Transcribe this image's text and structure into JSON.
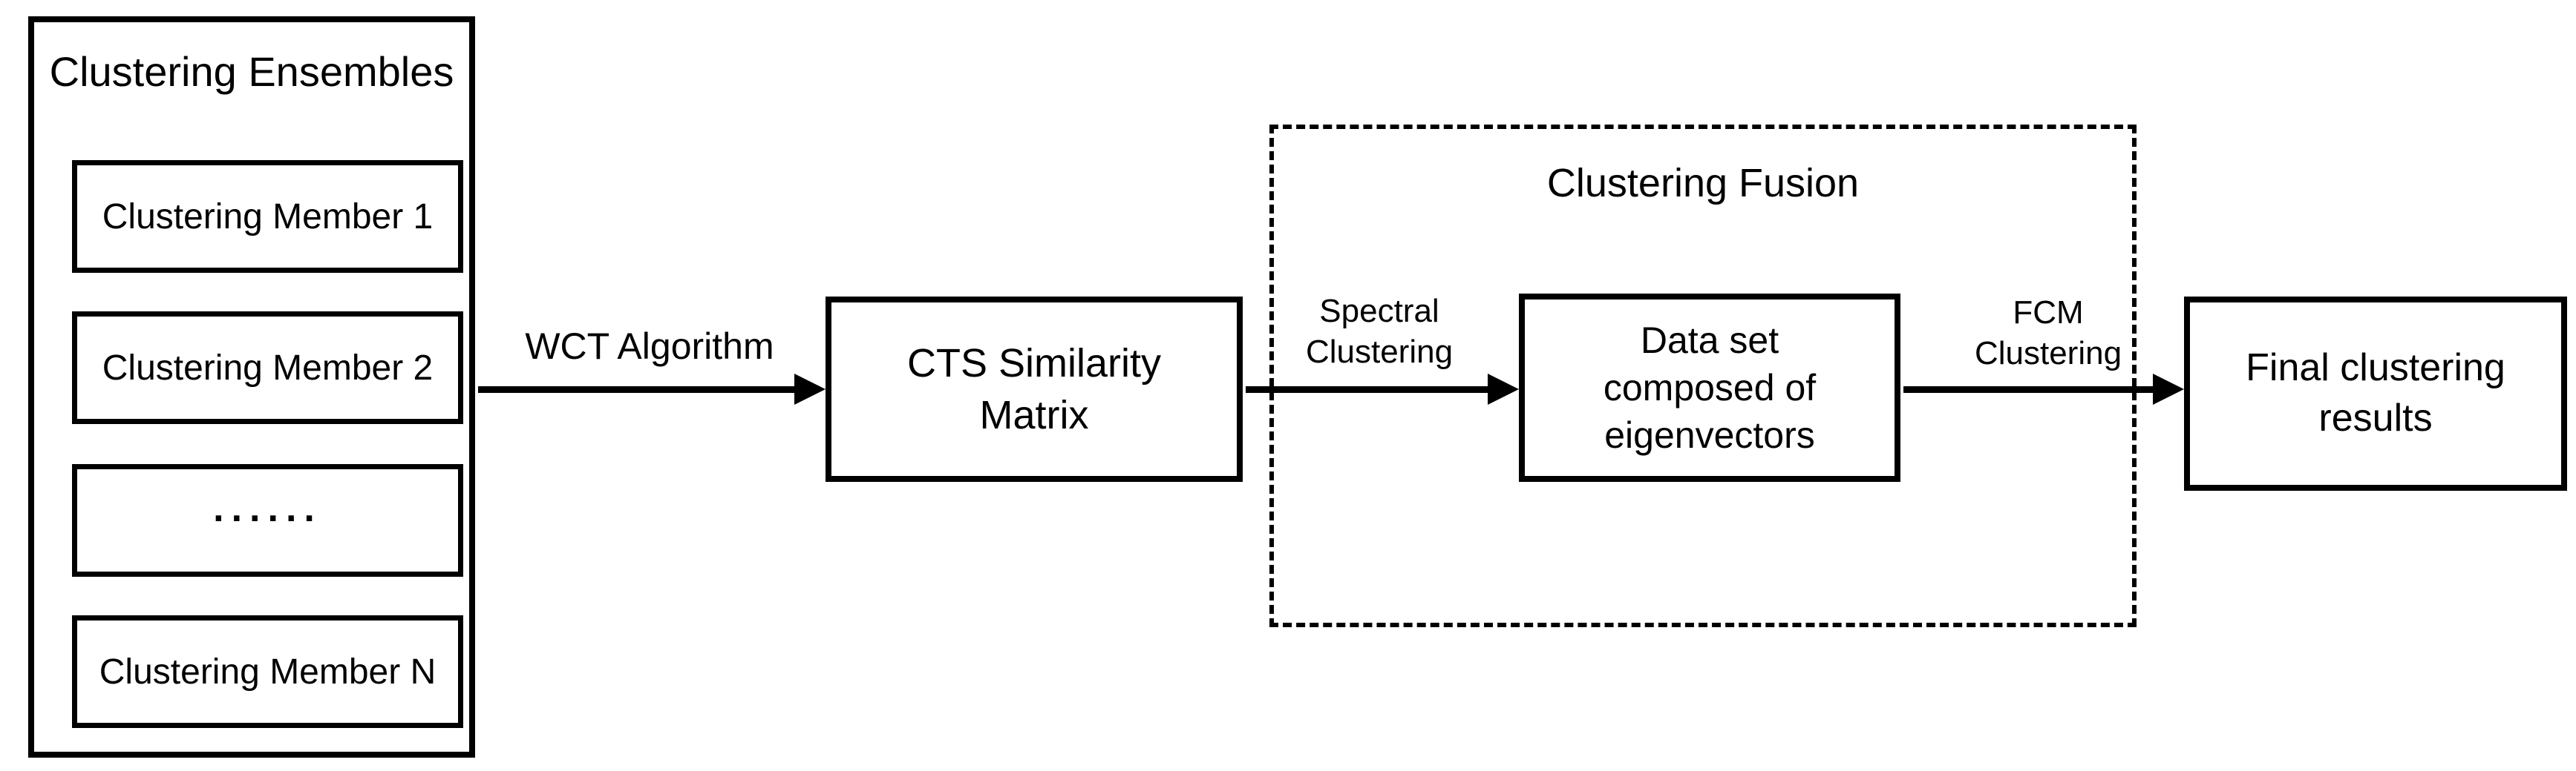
{
  "diagram": {
    "ensembles": {
      "title": "Clustering Ensembles",
      "members": [
        "Clustering Member 1",
        "Clustering Member 2",
        "......",
        "Clustering Member N"
      ]
    },
    "arrows": {
      "wct": {
        "label": "WCT Algorithm"
      },
      "spectral": {
        "label": "Spectral\nClustering"
      },
      "fcm": {
        "label": "FCM\nClustering"
      }
    },
    "boxes": {
      "cts": {
        "label": "CTS Similarity\nMatrix"
      },
      "dataset": {
        "label": "Data set\ncomposed of\neigenvectors"
      },
      "final": {
        "label": "Final clustering\nresults"
      }
    },
    "fusion": {
      "title": "Clustering Fusion"
    },
    "colors": {
      "stroke": "#000000",
      "background": "#ffffff",
      "text": "#000000"
    }
  }
}
